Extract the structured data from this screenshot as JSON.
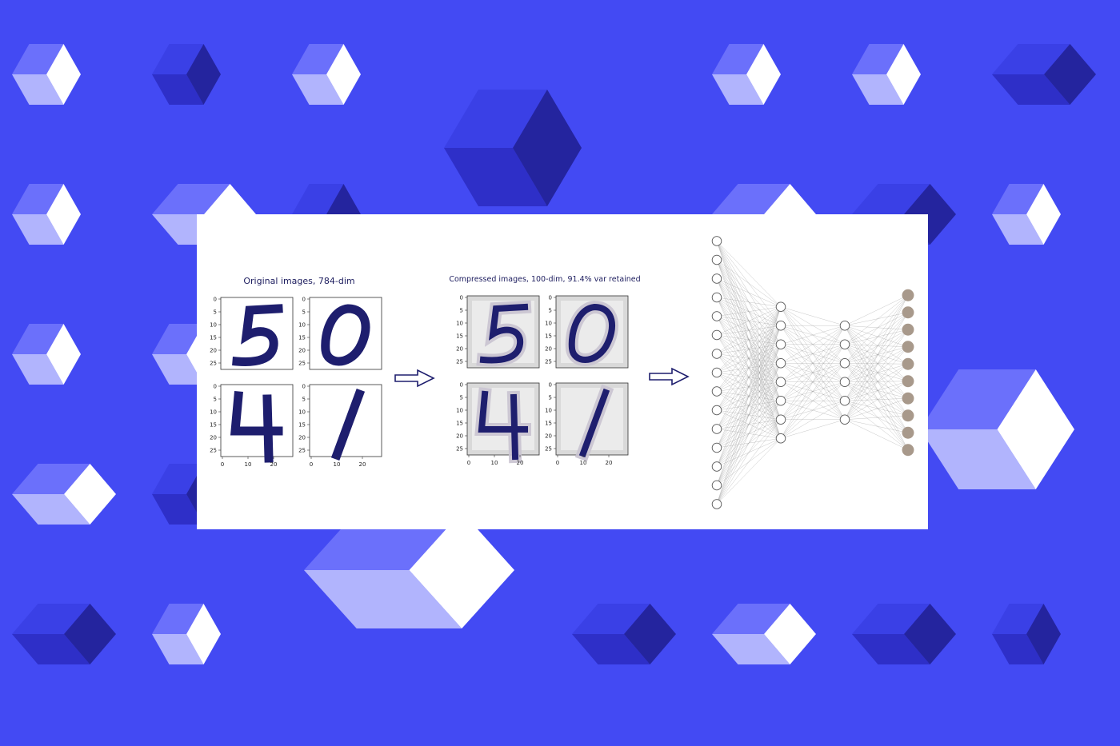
{
  "left_panel": {
    "title": "Original images, 784-dim",
    "digits": [
      "5",
      "0",
      "4",
      "1"
    ]
  },
  "middle_panel": {
    "title": "Compressed images, 100-dim, 91.4% var retained",
    "digits": [
      "5",
      "0",
      "4",
      "1"
    ]
  },
  "axes": {
    "y_ticks": [
      "0",
      "5",
      "10",
      "15",
      "20",
      "25"
    ],
    "x_ticks": [
      "0",
      "10",
      "20"
    ]
  },
  "network": {
    "layers": [
      15,
      8,
      6,
      10
    ],
    "input_color": "#ffffff",
    "output_color": "#a8998b"
  },
  "colors": {
    "background": "#434af3",
    "digit_ink": "#1e1e6e",
    "arrow": "#1e1e6e"
  }
}
